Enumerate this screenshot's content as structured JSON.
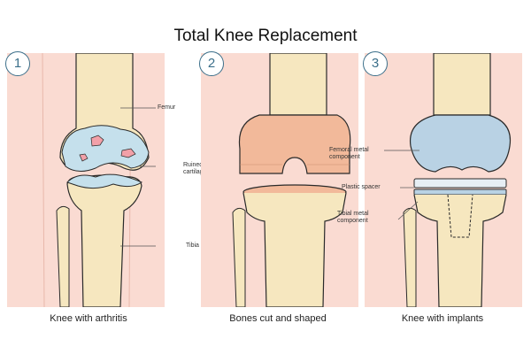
{
  "title": "Total Knee Replacement",
  "panels": [
    {
      "number": "1",
      "caption": "Knee with arthritis",
      "labels": {
        "femur": "Femur",
        "cartilage_1": "Ruined",
        "cartilage_2": "cartilage",
        "tibia": "Tibia"
      }
    },
    {
      "number": "2",
      "caption": "Bones cut and shaped"
    },
    {
      "number": "3",
      "caption": "Knee with implants",
      "labels": {
        "femoral_1": "Femoral metal",
        "femoral_2": "component",
        "spacer": "Plastic spacer",
        "tibial_1": "Tibial metal",
        "tibial_2": "component"
      }
    }
  ],
  "colors": {
    "bone": "#f6e7bf",
    "bone_edge": "#2a2a2a",
    "skin": "#fadbd2",
    "cartilage": "#c5e0ec",
    "damage": "#f2a0a8",
    "cut_bone": "#f2b99a",
    "metal": "#b9d2e4",
    "spacer": "#e6eef4",
    "accent": "#3b6f8a"
  }
}
